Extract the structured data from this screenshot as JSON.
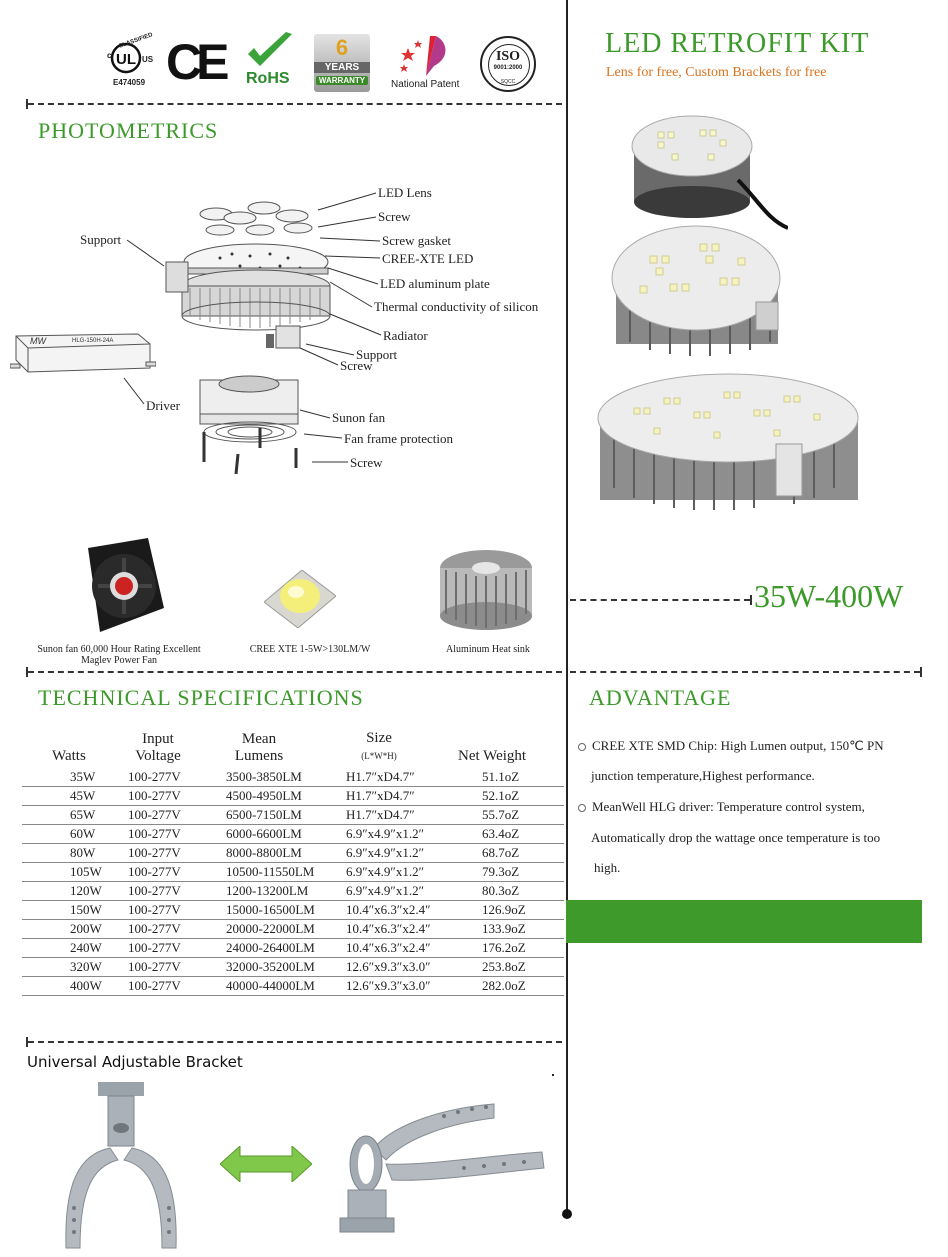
{
  "header": {
    "title": "LED RETROFIT KIT",
    "subtitle": "Lens for free, Custom Brackets for free",
    "range": "35W-400W"
  },
  "certs": {
    "ul_classified": "CLASSIFIED",
    "ul_us": "US",
    "ul_number": "E474059",
    "ce": "CE",
    "rohs": "RoHS",
    "warranty_num": "6",
    "warranty_years": "YEARS",
    "warranty_word": "WARRANTY",
    "patent": "National Patent",
    "iso": "ISO",
    "iso_num": "9001:2000",
    "iso_org": "SQCC"
  },
  "photometrics": {
    "title": "PHOTOMETRICS",
    "driver_model": "HLG-150H-24A",
    "driver_brand": "MW",
    "labels": {
      "led_lens": "LED Lens",
      "screw1": "Screw",
      "screw_gasket": "Screw gasket",
      "cree_led": "CREE-XTE LED",
      "support1": "Support",
      "led_plate": "LED aluminum plate",
      "thermal": "Thermal conductivity of silicon",
      "radiator": "Radiator",
      "support2": "Support",
      "screw2": "Screw",
      "driver": "Driver",
      "sunon_fan": "Sunon fan",
      "fan_frame": "Fan frame protection",
      "screw3": "Screw"
    },
    "captions": {
      "fan": "Sunon fan 60,000 Hour Rating Excellent Maglev Power Fan",
      "cree": "CREE  XTE 1-5W>130LM/W",
      "heatsink": "Aluminum Heat sink"
    }
  },
  "specs": {
    "title": "TECHNICAL SPECIFICATIONS",
    "headers": {
      "watts": "Watts",
      "voltage": "Input Voltage",
      "lumens": "Mean Lumens",
      "size": "Size",
      "size_unit": "(L*W*H)",
      "weight": "Net Weight"
    },
    "rows": [
      {
        "w": "35W",
        "v": "100-277V",
        "l": "3500-3850LM",
        "s": "H1.7″xD4.7″",
        "n": "51.1oZ"
      },
      {
        "w": "45W",
        "v": "100-277V",
        "l": "4500-4950LM",
        "s": "H1.7″xD4.7″",
        "n": "52.1oZ"
      },
      {
        "w": "65W",
        "v": "100-277V",
        "l": "6500-7150LM",
        "s": "H1.7″xD4.7″",
        "n": "55.7oZ"
      },
      {
        "w": "60W",
        "v": "100-277V",
        "l": "6000-6600LM",
        "s": "6.9″x4.9″x1.2″",
        "n": "63.4oZ"
      },
      {
        "w": "80W",
        "v": "100-277V",
        "l": "8000-8800LM",
        "s": "6.9″x4.9″x1.2″",
        "n": "68.7oZ"
      },
      {
        "w": "105W",
        "v": "100-277V",
        "l": "10500-11550LM",
        "s": "6.9″x4.9″x1.2″",
        "n": "79.3oZ"
      },
      {
        "w": "120W",
        "v": "100-277V",
        "l": "1200-13200LM",
        "s": "6.9″x4.9″x1.2″",
        "n": "80.3oZ"
      },
      {
        "w": "150W",
        "v": "100-277V",
        "l": "15000-16500LM",
        "s": "10.4″x6.3″x2.4″",
        "n": "126.9oZ"
      },
      {
        "w": "200W",
        "v": "100-277V",
        "l": "20000-22000LM",
        "s": "10.4″x6.3″x2.4″",
        "n": "133.9oZ"
      },
      {
        "w": "240W",
        "v": "100-277V",
        "l": "24000-26400LM",
        "s": "10.4″x6.3″x2.4″",
        "n": "176.2oZ"
      },
      {
        "w": "320W",
        "v": "100-277V",
        "l": "32000-35200LM",
        "s": "12.6″x9.3″x3.0″",
        "n": "253.8oZ"
      },
      {
        "w": "400W",
        "v": "100-277V",
        "l": "40000-44000LM",
        "s": "12.6″x9.3″x3.0″",
        "n": "282.0oZ"
      }
    ]
  },
  "advantage": {
    "title": "ADVANTAGE",
    "p1a": "CREE XTE SMD Chip: High Lumen output, 150℃ PN",
    "p1b": "junction temperature,Highest performance.",
    "p2a": "MeanWell HLG driver: Temperature control system,",
    "p2b": "Automatically drop the wattage once temperature is too",
    "p2c": "high."
  },
  "bracket": {
    "title": "Universal Adjustable Bracket"
  },
  "colors": {
    "green": "#3c9a2a",
    "orange": "#d9731f",
    "bar": "#3d9a2b",
    "arrow": "#7fc84a"
  }
}
